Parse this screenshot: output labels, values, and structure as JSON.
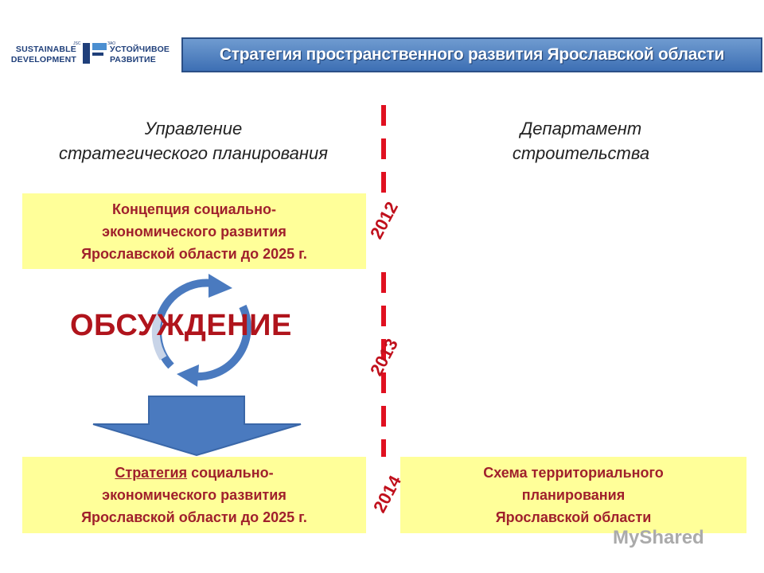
{
  "logo": {
    "en_line1": "SUSTAINABLE",
    "en_line2": "DEVELOPMENT",
    "en_tag": "JSC",
    "ru_line1": "УСТОЙЧИВОЕ",
    "ru_line2": "РАЗВИТИЕ",
    "ru_tag": "ЗАО"
  },
  "title": "Стратегия пространственного развития Ярославской области",
  "left_column_heading": [
    "Управление",
    "стратегического планирования"
  ],
  "right_column_heading": [
    "Департамент",
    "строительства"
  ],
  "boxes": {
    "concept": [
      "Концепция социально-",
      "экономического развития",
      "Ярославской области до 2025 г."
    ],
    "strategy_word": "Стратегия",
    "strategy": [
      " социально-",
      "экономического развития",
      "Ярославской области до 2025 г."
    ],
    "scheme": [
      "Схема территориального",
      "планирования",
      "Ярославской области"
    ]
  },
  "discussion_label": "ОБСУЖДЕНИЕ",
  "years": [
    "2012",
    "2013",
    "2014"
  ],
  "watermark": "MyShared",
  "colors": {
    "title_bar": "#4a7abf",
    "box_fill": "#ffff99",
    "box_text": "#a0202c",
    "timeline": "#e01020",
    "arrow": "#4a7abf"
  }
}
